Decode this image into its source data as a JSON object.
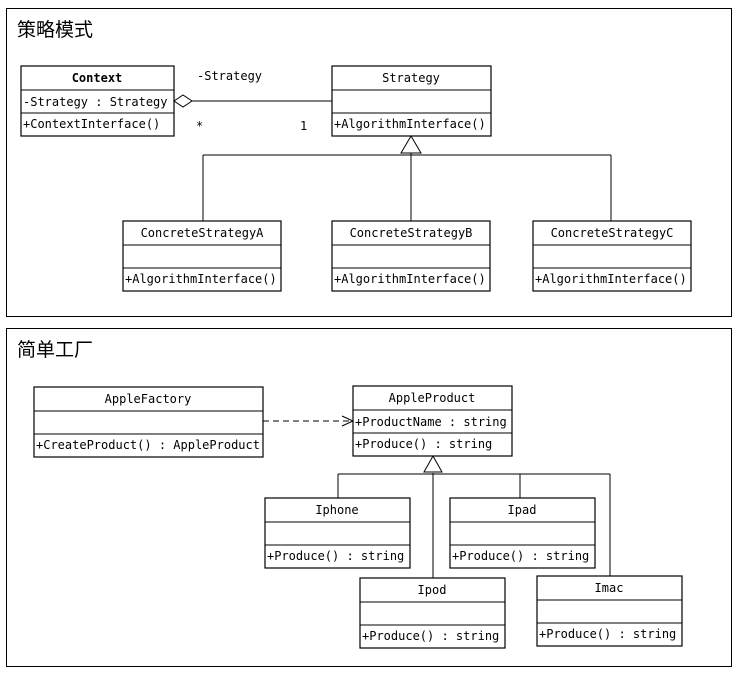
{
  "panels": {
    "strategy": {
      "title": "策略模式",
      "classes": {
        "context": {
          "name": "Context",
          "attribute": "-Strategy : Strategy",
          "operation": "+ContextInterface()"
        },
        "strategy": {
          "name": "Strategy",
          "operation": "+AlgorithmInterface()"
        },
        "concrete_a": {
          "name": "ConcreteStrategyA",
          "operation": "+AlgorithmInterface()"
        },
        "concrete_b": {
          "name": "ConcreteStrategyB",
          "operation": "+AlgorithmInterface()"
        },
        "concrete_c": {
          "name": "ConcreteStrategyC",
          "operation": "+AlgorithmInterface()"
        }
      },
      "association": {
        "role": "-Strategy",
        "multiplicity_context": "*",
        "multiplicity_strategy": "1"
      }
    },
    "factory": {
      "title": "简单工厂",
      "classes": {
        "apple_factory": {
          "name": "AppleFactory",
          "operation": "+CreateProduct() : AppleProduct"
        },
        "apple_product": {
          "name": "AppleProduct",
          "attribute": "+ProductName : string",
          "operation": "+Produce() : string"
        },
        "iphone": {
          "name": "Iphone",
          "operation": "+Produce() : string"
        },
        "ipad": {
          "name": "Ipad",
          "operation": "+Produce() : string"
        },
        "ipod": {
          "name": "Ipod",
          "operation": "+Produce() : string"
        },
        "imac": {
          "name": "Imac",
          "operation": "+Produce() : string"
        }
      }
    }
  }
}
